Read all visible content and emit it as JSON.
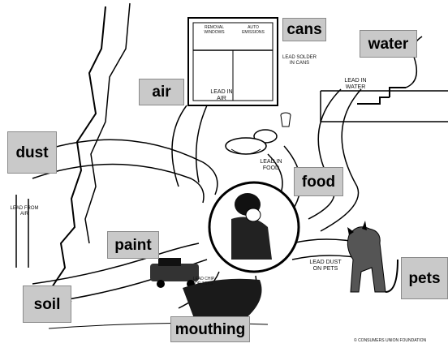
{
  "source_labels": {
    "cans": "cans",
    "water": "water",
    "air": "air",
    "dust": "dust",
    "food": "food",
    "paint": "paint",
    "soil": "soil",
    "pets": "pets",
    "mouthing": "mouthing"
  },
  "captions": {
    "lead_in_air": "LEAD IN\nAIR",
    "lead_solder": "LEAD SOLDER\nIN CANS",
    "lead_in_water": "LEAD IN\nWATER",
    "lead_in_food": "LEAD IN\nFOOD",
    "lead_from_air": "LEAD FROM\nAIR",
    "lead_dust_pets": "LEAD DUST\nON PETS",
    "lead_chip": "LEAD CHIP\nOR TOYS",
    "window_left": "REMOVAL\nWINDOWS",
    "window_right": "AUTO\nEMISSIONS",
    "credit": "© CONSUMERS UNION FOUNDATION"
  }
}
